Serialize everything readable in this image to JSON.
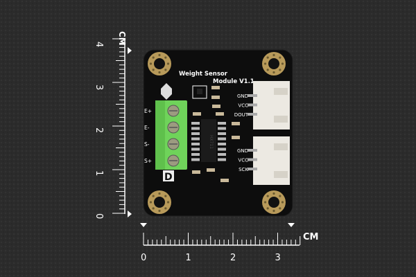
{
  "board": {
    "title_line1": "Weight Sensor",
    "title_line2": "Module V1.1",
    "terminal_labels": [
      "E+",
      "E-",
      "S-",
      "S+"
    ],
    "connector1_pins": [
      "GND",
      "VCC",
      "DOUT"
    ],
    "connector2_pins": [
      "GND",
      "VCC",
      "SCK"
    ],
    "marker": "D",
    "chip_text": "HX711",
    "colors": {
      "pcb": "#0d0d0d",
      "terminal": "#6fd35a",
      "gold": "#b89a5a",
      "connector": "#ece9e2",
      "background": "#2a2a2a"
    }
  },
  "ruler_vertical": {
    "unit": "CM",
    "labels": [
      "4",
      "3",
      "2",
      "1",
      "0"
    ]
  },
  "ruler_horizontal": {
    "unit": "CM",
    "labels": [
      "0",
      "1",
      "2",
      "3"
    ]
  }
}
